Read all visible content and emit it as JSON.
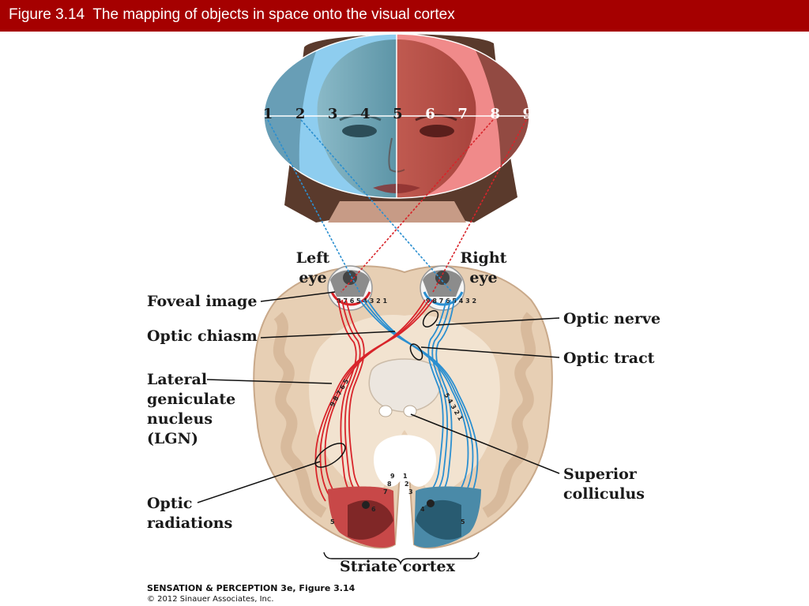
{
  "title": "Figure 3.14  The mapping of objects in space onto the visual cortex",
  "field_numbers": [
    "1",
    "2",
    "3",
    "4",
    "5",
    "6",
    "7",
    "8",
    "9"
  ],
  "labels": {
    "left_eye": [
      "Left",
      "eye"
    ],
    "right_eye": [
      "Right",
      "eye"
    ],
    "foveal_image": "Foveal image",
    "optic_chiasm": "Optic chiasm",
    "lgn": [
      "Lateral",
      "geniculate",
      "nucleus",
      "(LGN)"
    ],
    "optic_radiations": [
      "Optic",
      "radiations"
    ],
    "optic_nerve": "Optic nerve",
    "optic_tract": "Optic tract",
    "superior_colliculus": [
      "Superior",
      "colliculus"
    ],
    "striate_cortex": "Striate cortex"
  },
  "retina_numbers": {
    "left": "8 7 6 5 4 3 2 1",
    "right": "9 8 7 6 5 4 3 2",
    "lgn_left": "9 8 7 6 5",
    "lgn_right": "5 4 3 2 1"
  },
  "cortex_numbers": {
    "left": [
      "9",
      "8",
      "7",
      "6",
      "5"
    ],
    "right": [
      "1",
      "2",
      "3",
      "4",
      "5"
    ]
  },
  "credit": {
    "line1": "SENSATION & PERCEPTION 3e, Figure 3.14",
    "line2": "© 2012 Sinauer Associates, Inc."
  },
  "colors": {
    "title_bar": "#a50000",
    "left_field": "#8ecdef",
    "right_field": "#f08a8a",
    "blue_pathway": "#2b8fd0",
    "red_pathway": "#d8242a",
    "brain": "#e7cfb4"
  }
}
